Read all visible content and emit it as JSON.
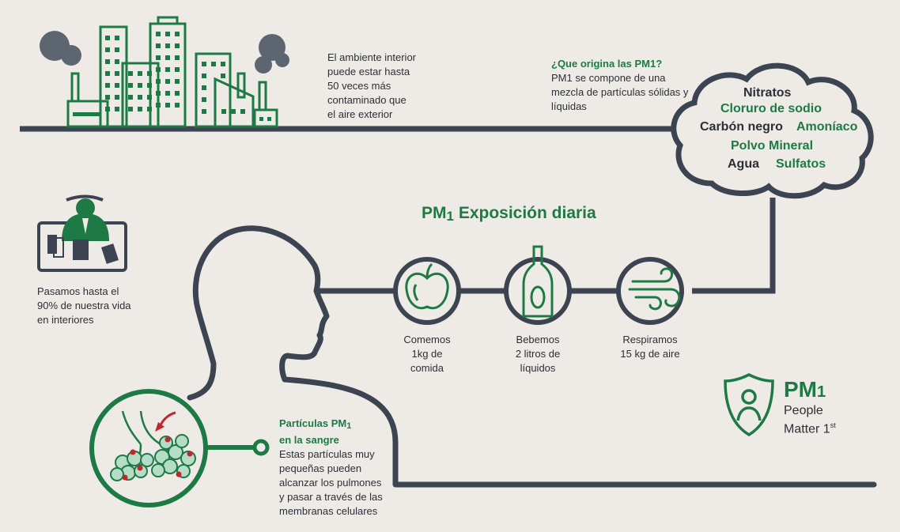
{
  "colors": {
    "green": "#1e7a45",
    "dark": "#3b4450",
    "red": "#c0272d",
    "background": "#eeebe6"
  },
  "city": {
    "text_lines": [
      "El ambiente interior",
      "puede estar hasta",
      "50 veces más",
      "contaminado que",
      "el aire exterior"
    ]
  },
  "origin": {
    "heading": "¿Que origina las PM1?",
    "body_lines": [
      "PM1 se compone de una",
      "mezcla de partículas sólidas y",
      "líquidas"
    ]
  },
  "cloud": {
    "nitratos": "Nitratos",
    "cloruro": "Cloruro de sodio",
    "carbon": "Carbón negro",
    "amoniaco": "Amoníaco",
    "polvo": "Polvo Mineral",
    "agua": "Agua",
    "sulfatos": "Sulfatos"
  },
  "indoor": {
    "text_lines": [
      "Pasamos hasta el",
      "90% de nuestra vida",
      "en interiores"
    ]
  },
  "exposure": {
    "title_main": "PM",
    "title_sub": "1",
    "title_rest": "Exposición diaria",
    "items": [
      {
        "icon": "apple-icon",
        "lines": [
          "Comemos",
          "1kg de",
          "comida"
        ]
      },
      {
        "icon": "bottle-icon",
        "lines": [
          "Bebemos",
          "2 litros de",
          "líquidos"
        ]
      },
      {
        "icon": "wind-icon",
        "lines": [
          "Respiramos",
          "15 kg de aire"
        ]
      }
    ]
  },
  "blood": {
    "heading_line1": "Partículas PM",
    "heading_sub": "1",
    "heading_line2": "en la sangre",
    "body_lines": [
      "Estas partículas muy",
      "pequeñas pueden",
      "alcanzar los pulmones",
      "y pasar a través de las",
      "membranas celulares"
    ]
  },
  "brand": {
    "pm": "PM",
    "pm_sub": "1",
    "line1": "People",
    "line2": "Matter 1",
    "line2_sup": "st"
  }
}
